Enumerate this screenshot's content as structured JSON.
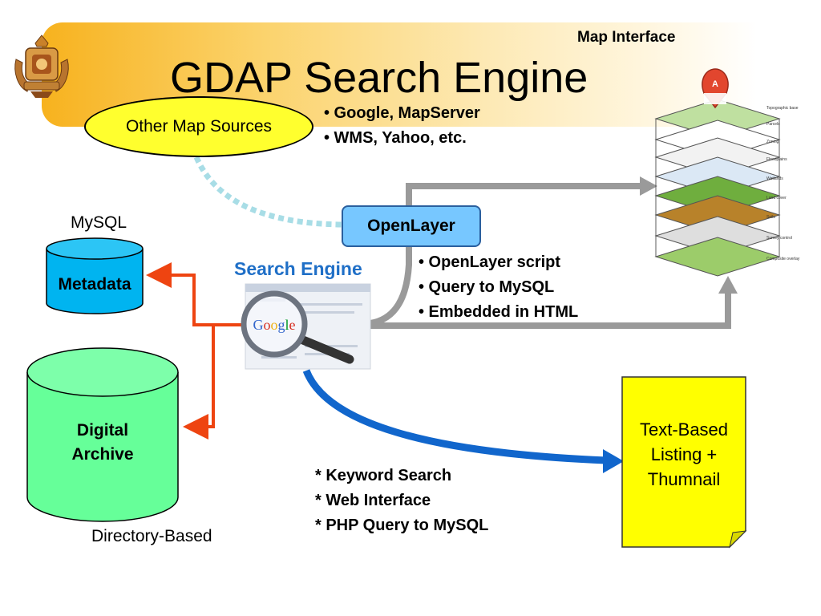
{
  "title": "GDAP Search Engine",
  "map_interface": {
    "label": "Map Interface",
    "layers": [
      "Topographic base",
      "Parcels",
      "Zoning",
      "Floodplains",
      "Wetlands",
      "Land cover",
      "Soils",
      "Survey control",
      "Composite overlay"
    ]
  },
  "other_sources": {
    "label": "Other Map Sources",
    "bullets": [
      "• Google, MapServer",
      "• WMS, Yahoo, etc."
    ]
  },
  "openlayer": {
    "label": "OpenLayer",
    "bullets": [
      "• OpenLayer script",
      "• Query to MySQL",
      "• Embedded in HTML"
    ]
  },
  "search_engine": {
    "label": "Search Engine",
    "logo_text": "Google"
  },
  "mysql": {
    "label": "MySQL",
    "store": "Metadata"
  },
  "archive": {
    "line1": "Digital",
    "line2": "Archive",
    "caption": "Directory-Based"
  },
  "features": [
    "* Keyword Search",
    "* Web Interface",
    "* PHP Query to MySQL"
  ],
  "listing": {
    "lines": [
      "Text-Based",
      "Listing +",
      "Thumnail"
    ]
  },
  "colors": {
    "banner": "#f7b21e",
    "ellipse": "#ffff2e",
    "openlayer_box": "#77c7ff",
    "metadata_cylinder": "#00b4f0",
    "archive_cylinder": "#66ff99",
    "note": "#ffff00",
    "red_connector": "#ee4411",
    "blue_arrow": "#1166cc",
    "gray_arrow": "#999999",
    "dotted_link": "#a8dde6"
  }
}
